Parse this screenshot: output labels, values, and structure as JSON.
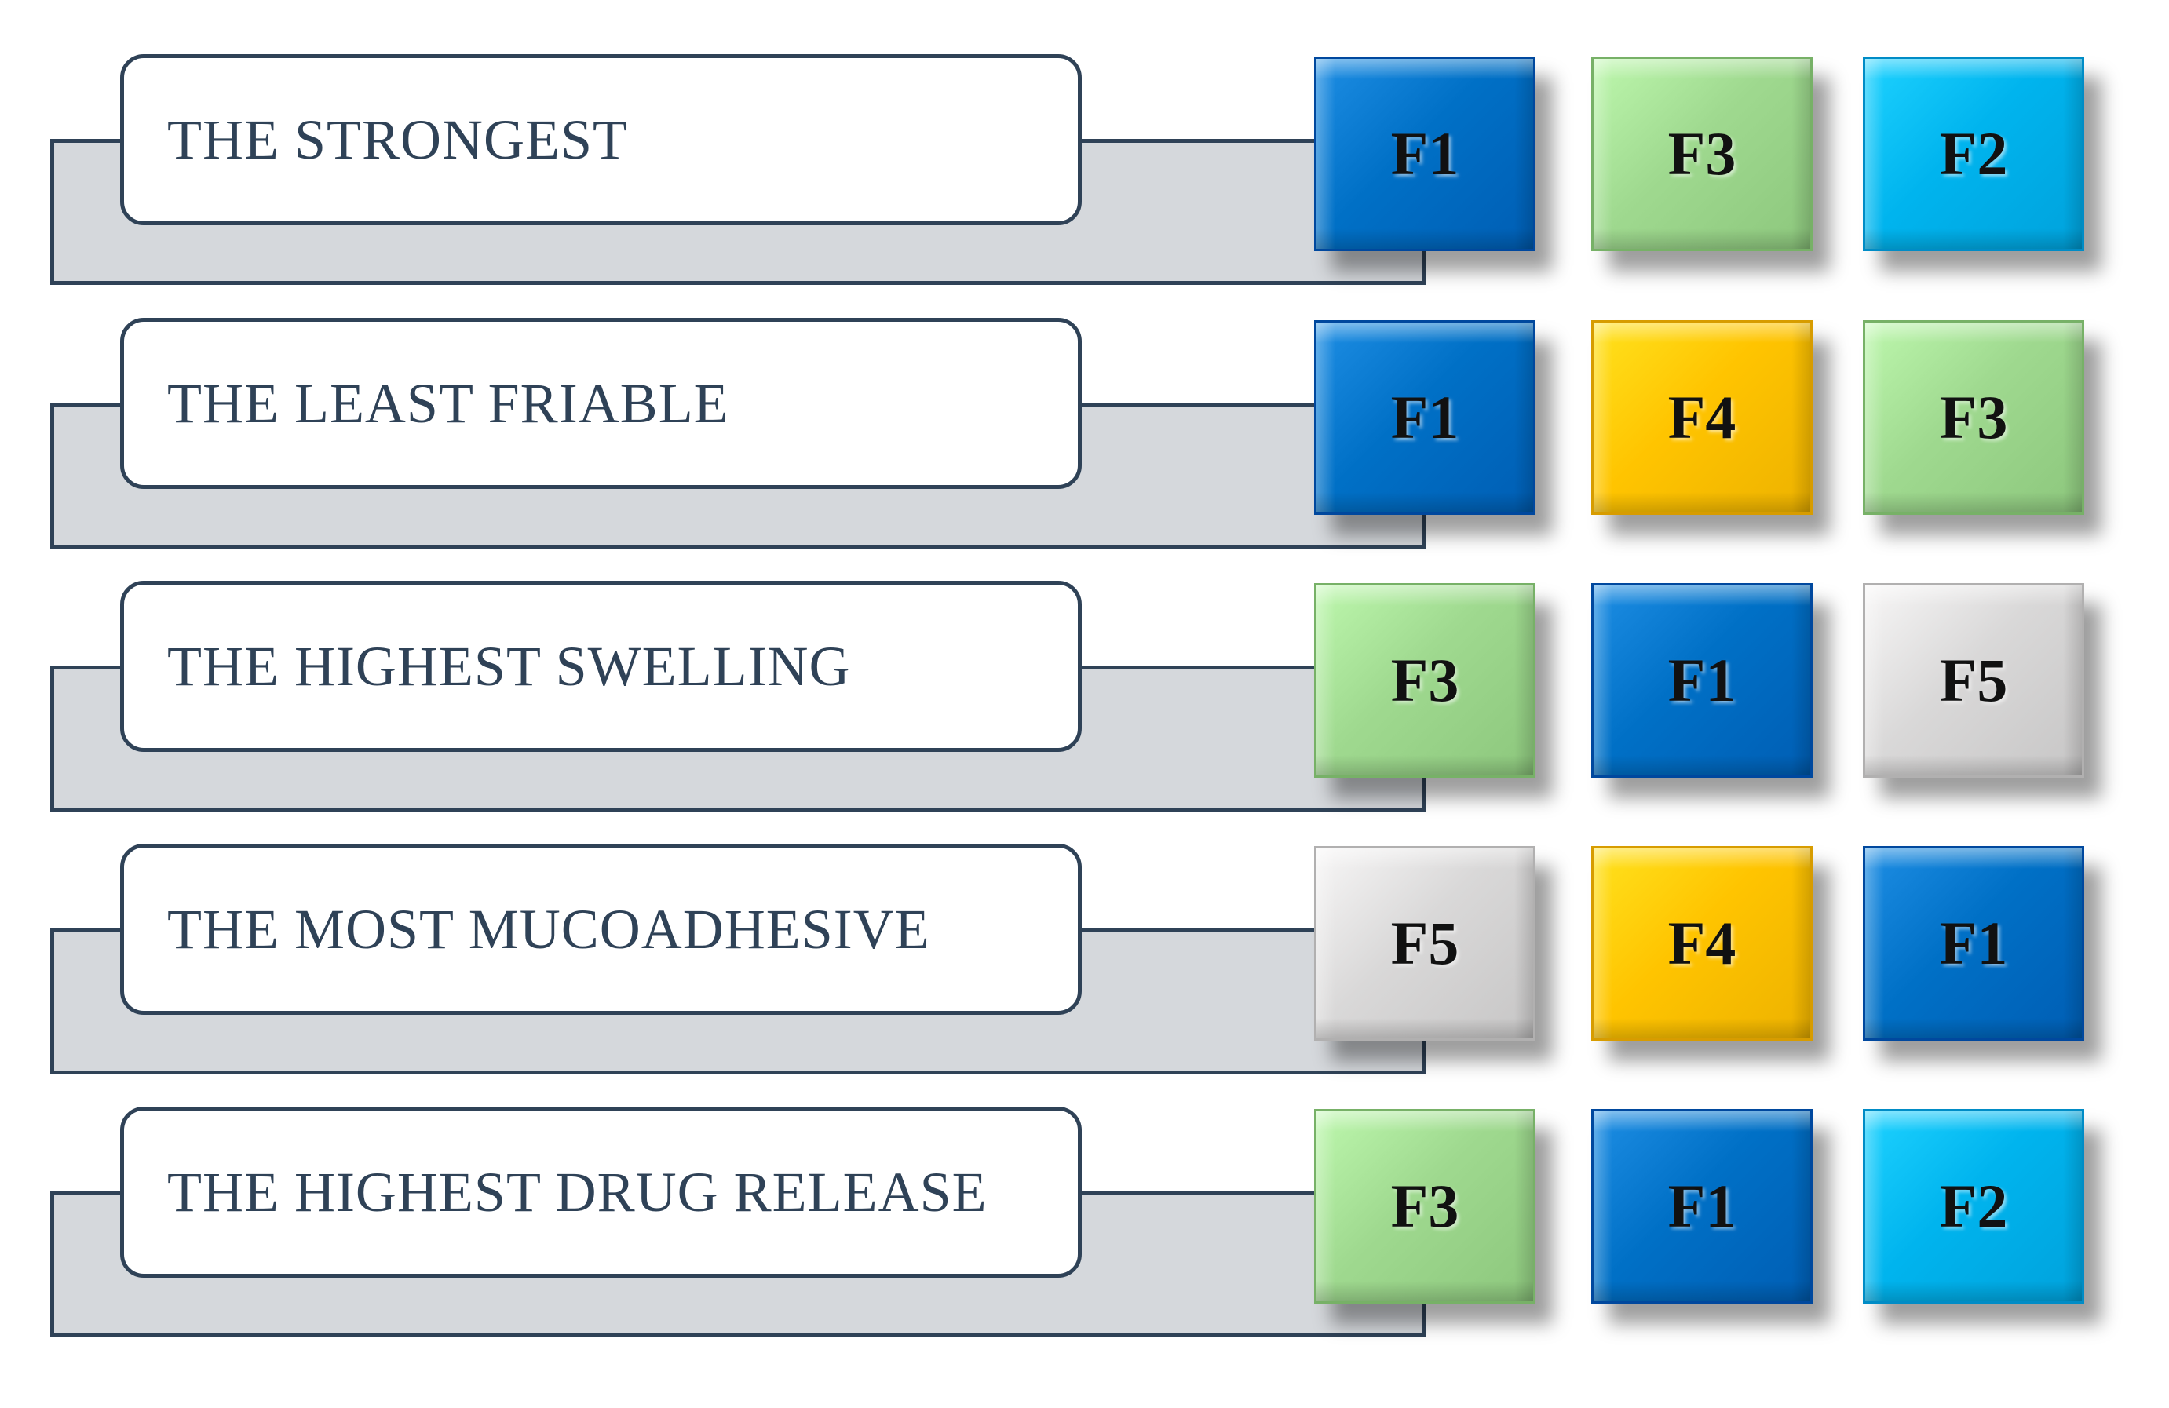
{
  "rows": [
    {
      "label": "THE STRONGEST",
      "tiles": [
        {
          "text": "F1",
          "color": "#0070c6"
        },
        {
          "text": "F3",
          "color": "#9fd98f"
        },
        {
          "text": "F2",
          "color": "#00b4ee"
        }
      ]
    },
    {
      "label": "THE LEAST FRIABLE",
      "tiles": [
        {
          "text": "F1",
          "color": "#0070c6"
        },
        {
          "text": "F4",
          "color": "#ffc400"
        },
        {
          "text": "F3",
          "color": "#9fd98f"
        }
      ]
    },
    {
      "label": "THE HIGHEST SWELLING",
      "tiles": [
        {
          "text": "F3",
          "color": "#9fd98f"
        },
        {
          "text": "F1",
          "color": "#0070c6"
        },
        {
          "text": "F5",
          "color": "#d9d8d8"
        }
      ]
    },
    {
      "label": "THE MOST MUCOADHESIVE",
      "tiles": [
        {
          "text": "F5",
          "color": "#d9d8d8"
        },
        {
          "text": "F4",
          "color": "#ffc400"
        },
        {
          "text": "F1",
          "color": "#0070c6"
        }
      ]
    },
    {
      "label": "THE HIGHEST DRUG RELEASE",
      "tiles": [
        {
          "text": "F3",
          "color": "#9fd98f"
        },
        {
          "text": "F1",
          "color": "#0070c6"
        },
        {
          "text": "F2",
          "color": "#00b4ee"
        }
      ]
    }
  ],
  "colors": {
    "outline": "#2f4257",
    "bracket_fill": "#d5d8dc",
    "label_text": "#2f4257"
  }
}
